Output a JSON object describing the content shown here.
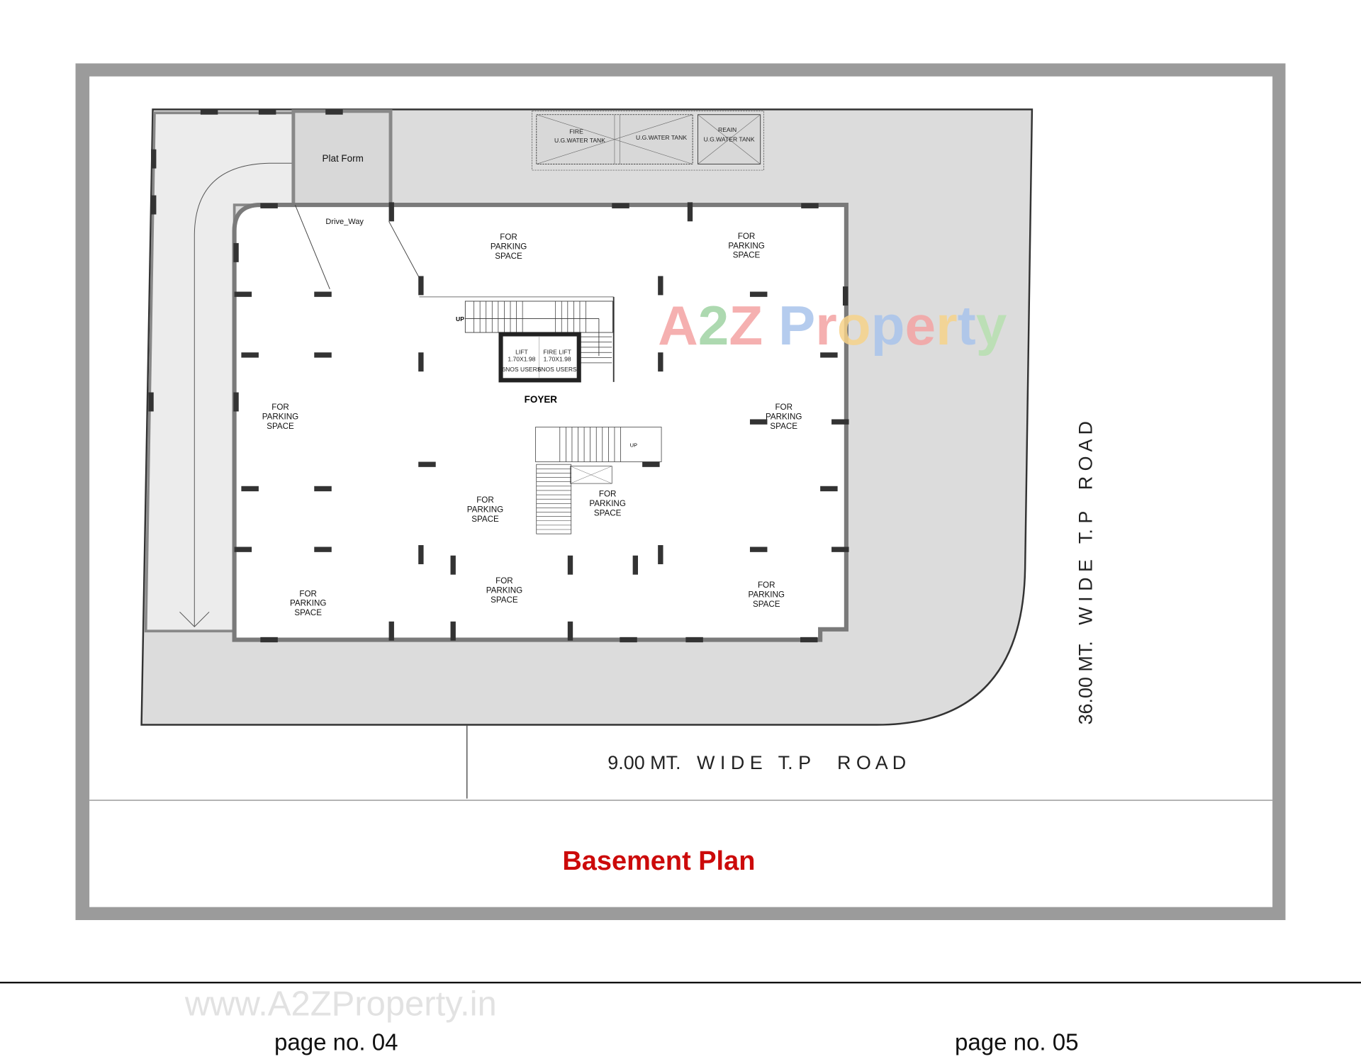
{
  "plan": {
    "title": "Basement Plan",
    "title_color": "#cc0a0a",
    "plat_form": "Plat Form",
    "drive_way": "Drive_Way",
    "tanks": {
      "fire_line1": "FIRE",
      "fire_line2": "U.G.WATER TANK",
      "main": "U.G.WATER TANK",
      "rain_line1": "REAIN",
      "rain_line2": "U.G.WATER TANK"
    },
    "lift": {
      "name": "LIFT",
      "size": "1.70X1.98",
      "users": "6NOS USERS"
    },
    "fire_lift": {
      "name": "FIRE LIFT",
      "size": "1.70X1.98",
      "users": "6NOS USERS"
    },
    "stair_up": "UP",
    "foyer": "FOYER",
    "parking_label": [
      "FOR",
      "PARKING",
      "SPACE"
    ],
    "road_south": "9.00 MT.   W I D E   T. P     R O A D",
    "road_east": "36.00 MT.   W I D E   T. P    R O A D"
  },
  "watermark": {
    "logo_letters": [
      "A",
      "2",
      "Z",
      " ",
      "P",
      "r",
      "o",
      "p",
      "e",
      "r",
      "t",
      "y"
    ],
    "logo_colors": [
      "#f4a3a3",
      "#9fd3a3",
      "#f4a3a3",
      "#fff",
      "#a9c4ec",
      "#f4a3a3",
      "#f7d38a",
      "#a9c4ec",
      "#f4a3a3",
      "#f7d38a",
      "#a9c4ec",
      "#b7e0b0"
    ],
    "url": "www.A2ZProperty.in"
  },
  "footer": {
    "left_page": "page no. 04",
    "right_page": "page no. 05"
  }
}
